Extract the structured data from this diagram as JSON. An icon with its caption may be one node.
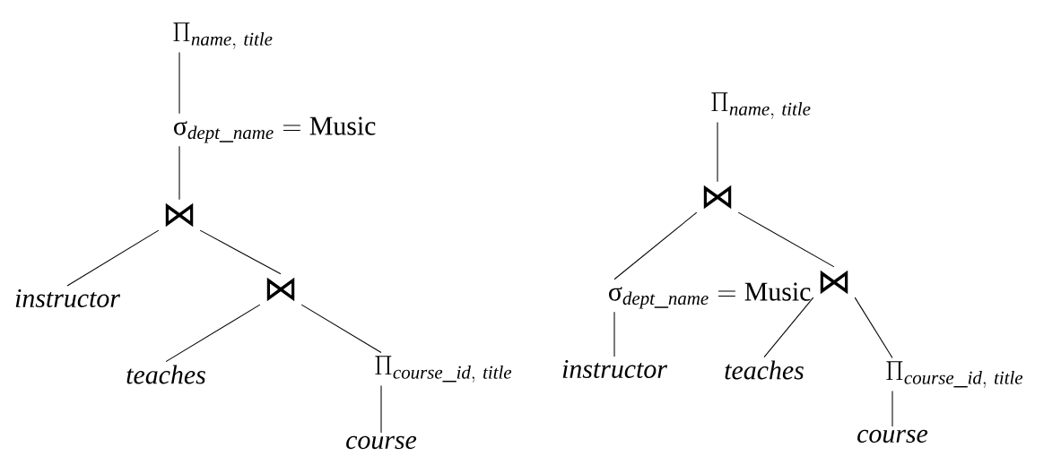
{
  "diagram": {
    "nodes": [
      {
        "text": [
          "\\Pi_{\\mathit{name,\\ title}}"
        ]
      },
      {
        "text": [
          "\\textrm{σ}_{\\mathit{dept\\_name}} = \\textrm{Music}"
        ]
      },
      {
        "text": [
          "⋈"
        ]
      },
      {
        "text": [
          "instructor"
        ]
      },
      {
        "text": [
          "⋈"
        ]
      },
      {
        "text": [
          "teaches"
        ]
      },
      {
        "text": [
          "\\Pi_{\\mathit{course\\_id,\\ title}}"
        ]
      },
      {
        "text": [
          "course"
        ]
      },
      {
        "text": [
          "\\Pi_{\\mathit{name,\\ title}}"
        ]
      },
      {
        "text": [
          "⋈"
        ]
      },
      {
        "text": [
          "\\textrm{σ}_{\\mathit{dept\\_name}} = \\textrm{Music}"
        ]
      },
      {
        "text": [
          "instructor"
        ]
      },
      {
        "text": [
          "⋈"
        ]
      },
      {
        "text": [
          "teaches"
        ]
      },
      {
        "text": [
          "\\Pi_{\\mathit{course\\_id,\\ title}}"
        ]
      },
      {
        "text": [
          "course"
        ]
      }
    ],
    "edges": [
      {
        "from": 0,
        "to": 1,
        "arrow": "none"
      },
      {
        "from": 1,
        "to": 2,
        "arrow": "none"
      },
      {
        "from": 2,
        "to": 3,
        "arrow": "none"
      },
      {
        "from": 2,
        "to": 4,
        "arrow": "none"
      },
      {
        "from": 4,
        "to": 5,
        "arrow": "none"
      },
      {
        "from": 4,
        "to": 6,
        "arrow": "none"
      },
      {
        "from": 6,
        "to": 7,
        "arrow": "none"
      },
      {
        "from": 8,
        "to": 9,
        "arrow": "none"
      },
      {
        "from": 9,
        "to": 10,
        "arrow": "none"
      },
      {
        "from": 10,
        "to": 11,
        "arrow": "none"
      },
      {
        "from": 9,
        "to": 12,
        "arrow": "none"
      },
      {
        "from": 12,
        "to": 13,
        "arrow": "none"
      },
      {
        "from": 12,
        "to": 14,
        "arrow": "none"
      },
      {
        "from": 14,
        "to": 15,
        "arrow": "none"
      }
    ]
  }
}
